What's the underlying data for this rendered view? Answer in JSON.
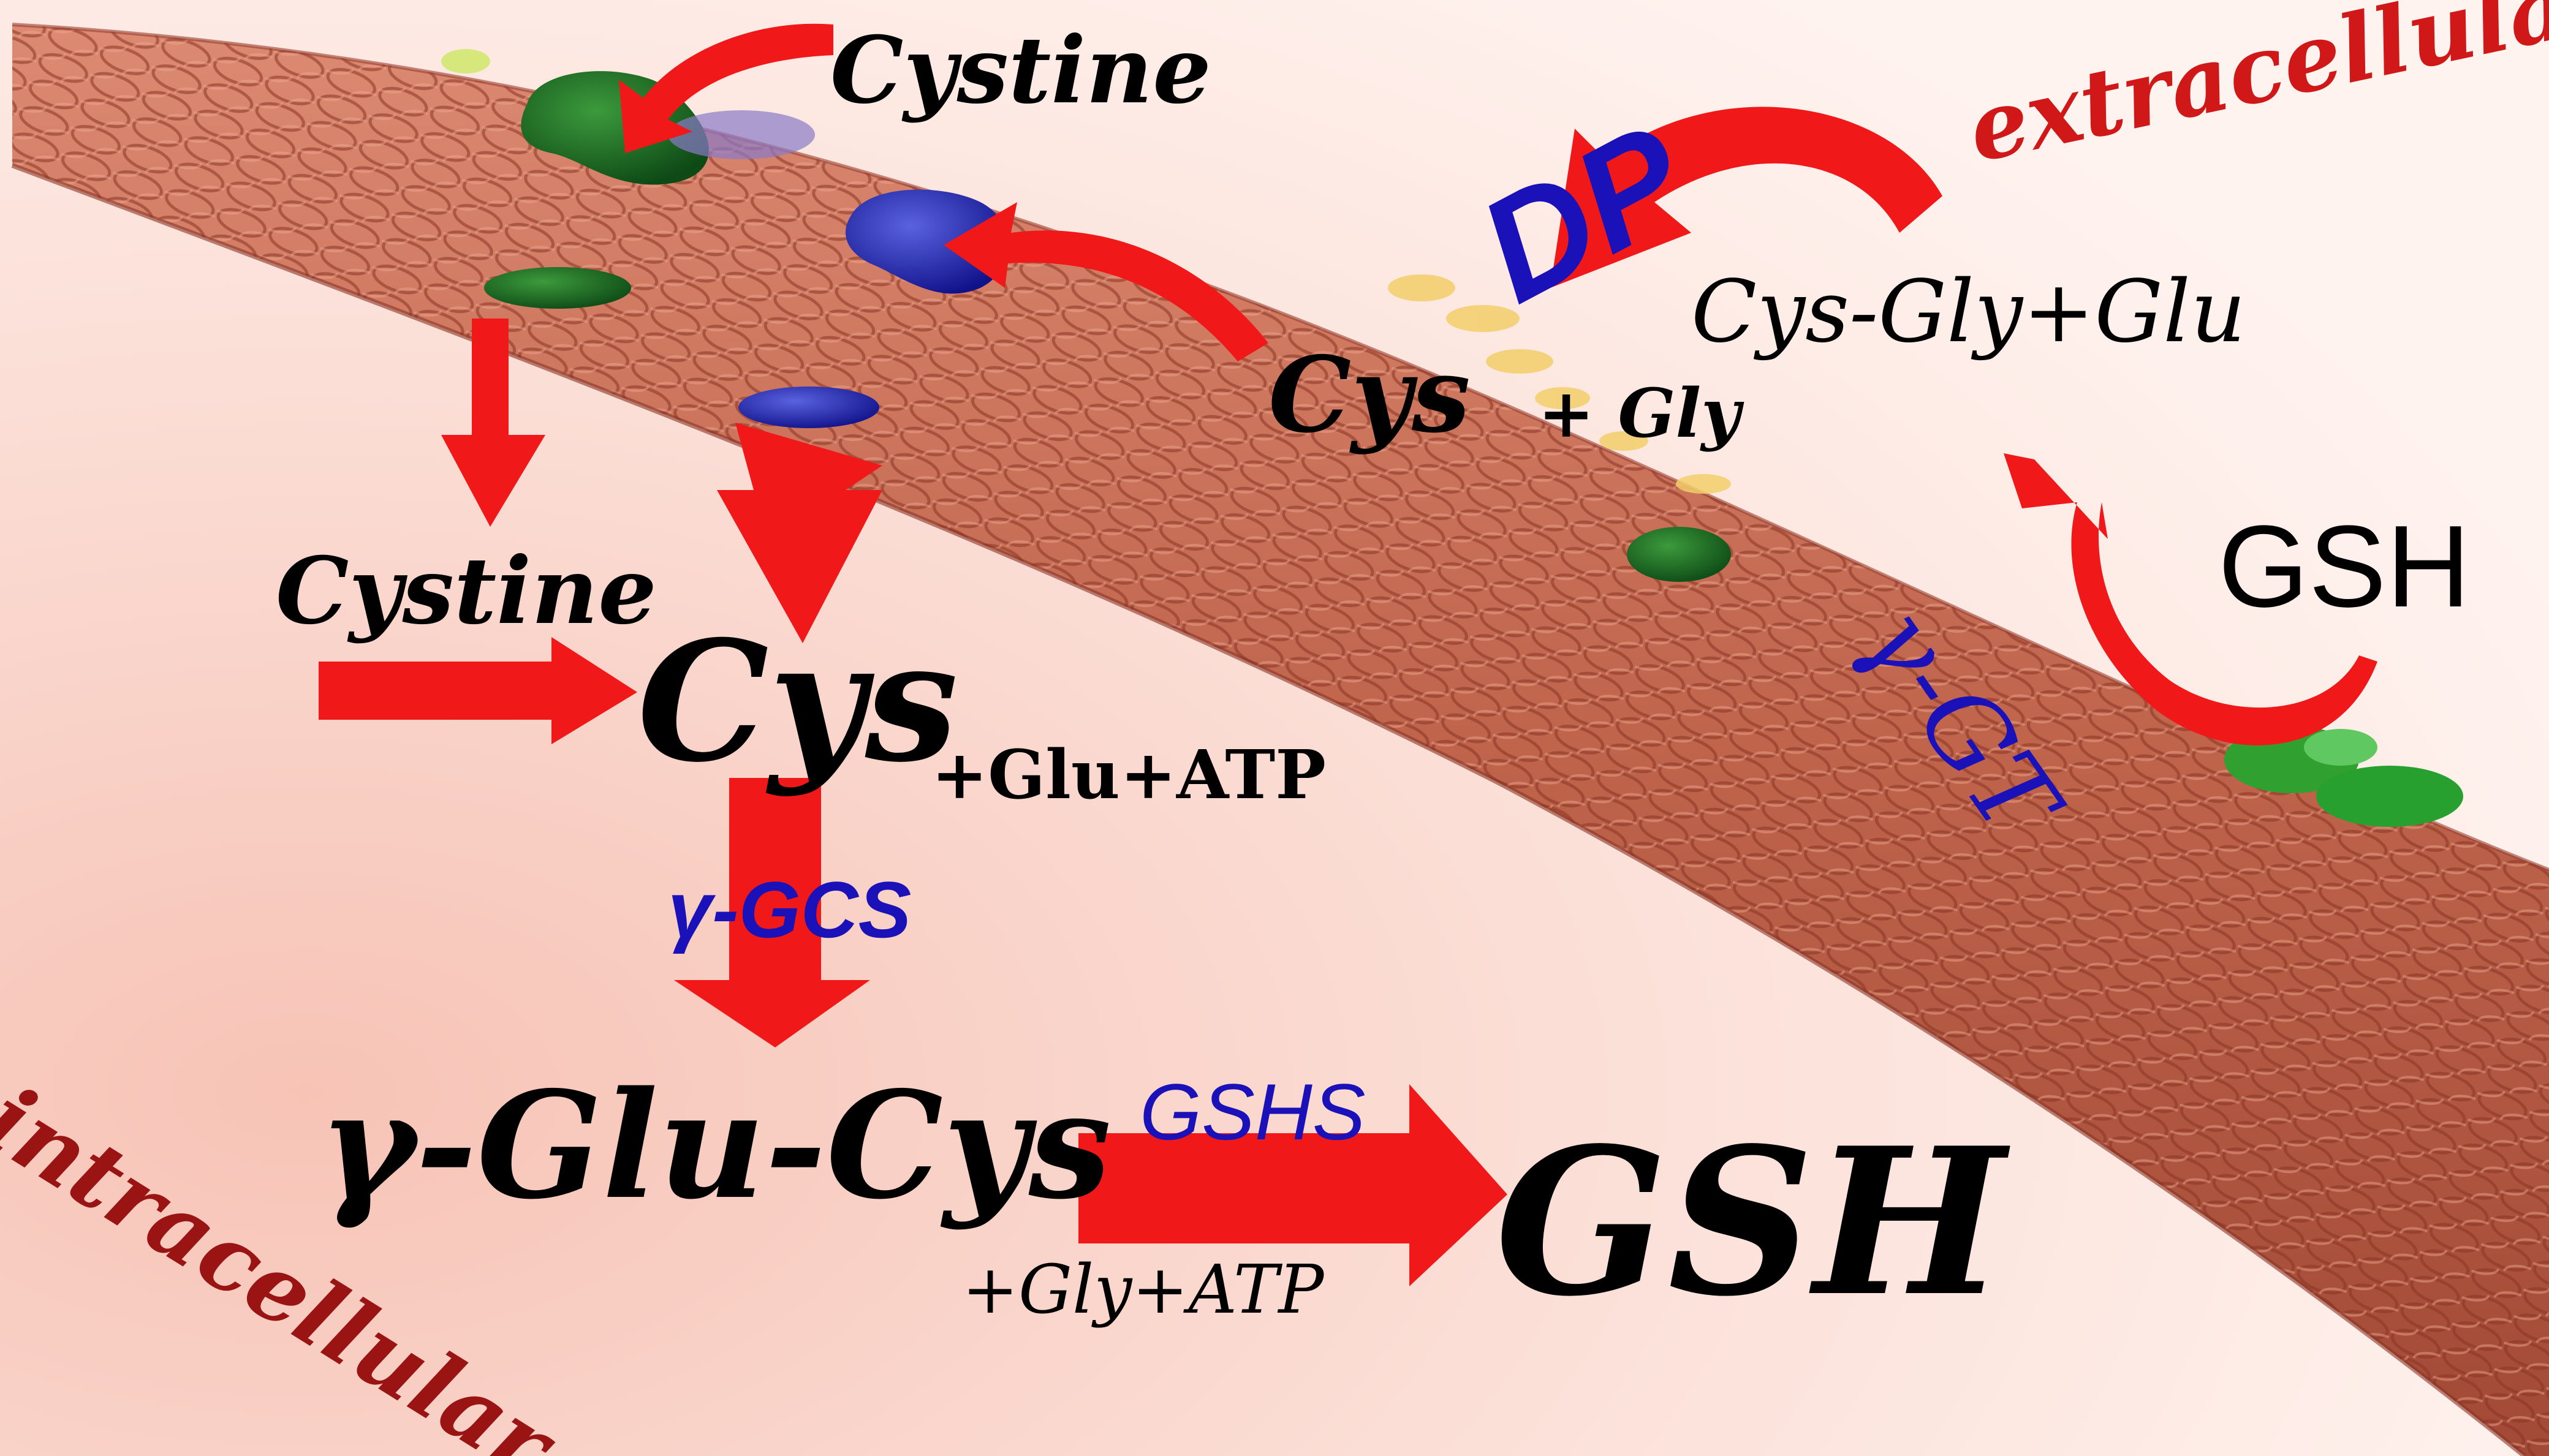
{
  "colors": {
    "background": "#fadcd4",
    "membrane": "#c46a52",
    "arrow": "#f01818",
    "enzyme": "#1a12b8",
    "region": "#b0141a",
    "text": "#000000",
    "transporter_green": "#1c6a24",
    "transporter_blue": "#2020a8"
  },
  "regions": {
    "extracellular": "extracellular",
    "intracellular": "intracellular"
  },
  "extracellular": {
    "cystine": "Cystine",
    "cys": "Cys",
    "plus_gly": "+ Gly",
    "cys_gly_glu": "Cys-Gly+Glu",
    "gsh": "GSH"
  },
  "intracellular": {
    "cystine": "Cystine",
    "cys": "Cys",
    "plus_glu_atp": "+Glu+ATP",
    "gamma_glu_cys": "γ-Glu-Cys",
    "plus_gly_atp": "+Gly+ATP",
    "gsh": "GSH"
  },
  "enzymes": {
    "dp": "DP",
    "gamma_gt": "γ-GT",
    "gamma_gcs": "γ-GCS",
    "gshs": "GSHS"
  }
}
